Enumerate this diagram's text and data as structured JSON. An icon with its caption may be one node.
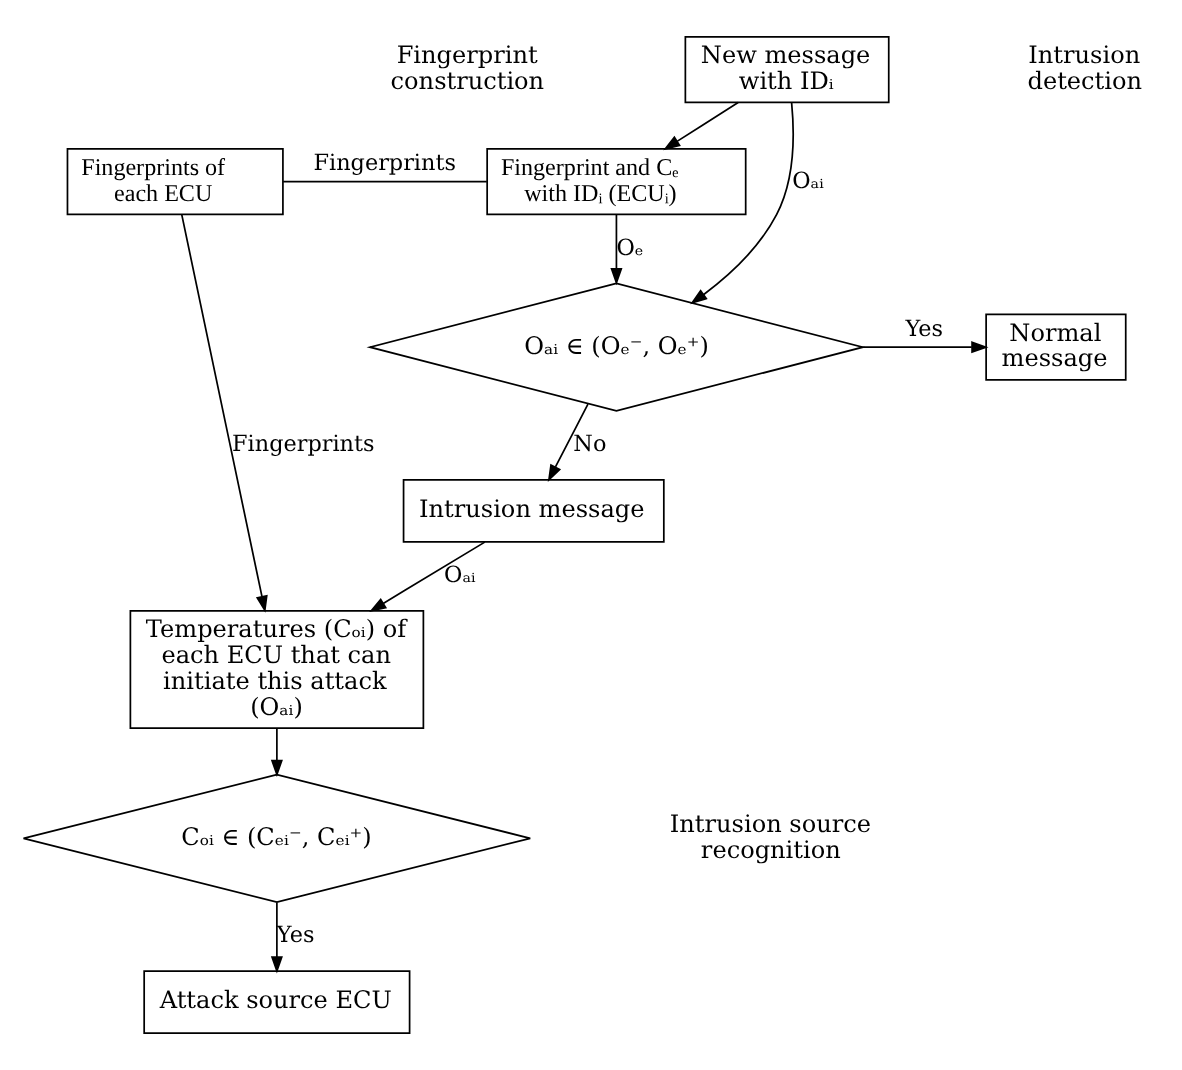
{
  "diagram": {
    "nodes": [
      {
        "text": [
          "New message with IDᵢ"
        ]
      },
      {
        "text": [
          "Fingerprints of each ECU"
        ]
      },
      {
        "text": [
          "Fingerprint and Cₑ with IDᵢ (ECUᵢ)"
        ]
      },
      {
        "text": [
          "Oₐᵢ ∈ (Oₑ⁻, Oₑ⁺)"
        ]
      },
      {
        "text": [
          "Normal message"
        ]
      },
      {
        "text": [
          "Intrusion message"
        ]
      },
      {
        "text": [
          "Temperatures (Cₒᵢ) of each ECU that can initiate this attack (Oₐᵢ)"
        ]
      },
      {
        "text": [
          "Cₒᵢ ∈ (Cₑᵢ⁻, Cₑᵢ⁺)"
        ]
      },
      {
        "text": [
          "Attack source ECU"
        ]
      }
    ],
    "edges": [
      {
        "from": 0,
        "to": 2,
        "arrow": "to"
      },
      {
        "from": 1,
        "to": 2,
        "arrow": "none",
        "label": "Fingerprints"
      },
      {
        "from": 0,
        "to": 3,
        "arrow": "to",
        "label": "Oₐᵢ"
      },
      {
        "from": 2,
        "to": 3,
        "arrow": "to",
        "label": "Oₑ"
      },
      {
        "from": 3,
        "to": 4,
        "arrow": "to",
        "label": "Yes"
      },
      {
        "from": 3,
        "to": 5,
        "arrow": "to",
        "label": "No"
      },
      {
        "from": 5,
        "to": 6,
        "arrow": "to",
        "label": "Oₐᵢ"
      },
      {
        "from": 1,
        "to": 6,
        "arrow": "to",
        "label": "Fingerprints"
      },
      {
        "from": 6,
        "to": 7,
        "arrow": "to"
      },
      {
        "from": 7,
        "to": 8,
        "arrow": "to",
        "label": "Yes"
      }
    ],
    "labels": [
      "Fingerprint construction",
      "Intrusion detection",
      "Intrusion source recognition"
    ]
  }
}
